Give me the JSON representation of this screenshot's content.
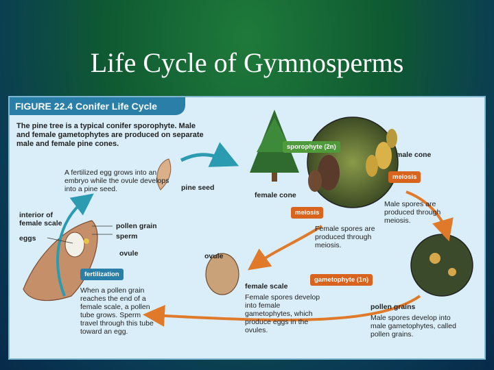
{
  "slide_title": "Life Cycle of Gymnosperms",
  "figure": {
    "number": "FIGURE 22.4",
    "name": "Conifer Life Cycle",
    "intro": "The pine tree is a typical conifer sporophyte. Male and female gametophytes are produced on separate male and female pine cones."
  },
  "labels": {
    "sporophyte": "sporophyte (2n)",
    "male_cone": "male cone",
    "meiosis_top": "meiosis",
    "female_cone": "female cone",
    "meiosis_mid": "meiosis",
    "male_spores": "Male spores are produced through meiosis.",
    "female_spores": "Female spores are produced through meiosis.",
    "fertilized_egg": "A fertilized egg grows into an embryo while the ovule develops into a pine seed.",
    "pine_seed": "pine seed",
    "interior_scale": "interior of female scale",
    "pollen_grain": "pollen grain",
    "sperm": "sperm",
    "eggs": "eggs",
    "ovule_left": "ovule",
    "ovule_center": "ovule",
    "fertilization": "fertilization",
    "fertilization_text": "When a pollen grain reaches the end of a female scale, a pollen tube grows. Sperm travel through this tube toward an egg.",
    "female_scale": "female scale",
    "female_scale_text": "Female spores develop into female gametophytes, which produce eggs in the ovules.",
    "gametophyte": "gametophyte (1n)",
    "pollen_grains": "pollen grains",
    "pollen_grains_text": "Male spores develop into male gametophytes, called pollen grains."
  },
  "colors": {
    "arrow": "#2a9bb0",
    "orange_arrow": "#e07a2a",
    "panel_bg": "#d9eef8",
    "title_blue": "#2a7fa8"
  }
}
